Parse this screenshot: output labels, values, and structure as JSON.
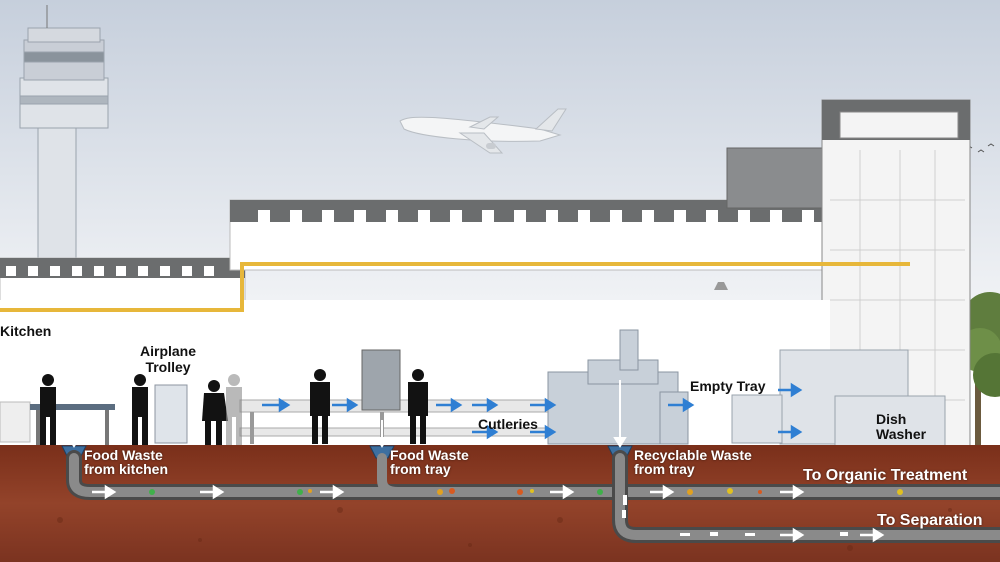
{
  "labels": {
    "kitchen": "Kitchen",
    "airplane_trolley_line1": "Airplane",
    "airplane_trolley_line2": "Trolley",
    "cutleries": "Cutleries",
    "empty_tray": "Empty Tray",
    "dish_washer_line1": "Dish",
    "dish_washer_line2": "Washer",
    "food_waste_kitchen_line1": "Food Waste",
    "food_waste_kitchen_line2": "from kitchen",
    "food_waste_tray_line1": "Food Waste",
    "food_waste_tray_line2": "from tray",
    "recyclable_line1": "Recyclable Waste",
    "recyclable_line2": "from tray",
    "to_organic": "To Organic Treatment",
    "to_separation": "To Separation"
  },
  "colors": {
    "sky_top": "#c9d2df",
    "sky_bottom": "#eef1f5",
    "soil": "#8a3a22",
    "soil_dark": "#5e2414",
    "pipe": "#6f6f6f",
    "gas_pipe": "#e7b73a",
    "conveyor_arrow": "#2f7fd3",
    "roof": "#6b6d6e",
    "wall": "#ffffff"
  }
}
